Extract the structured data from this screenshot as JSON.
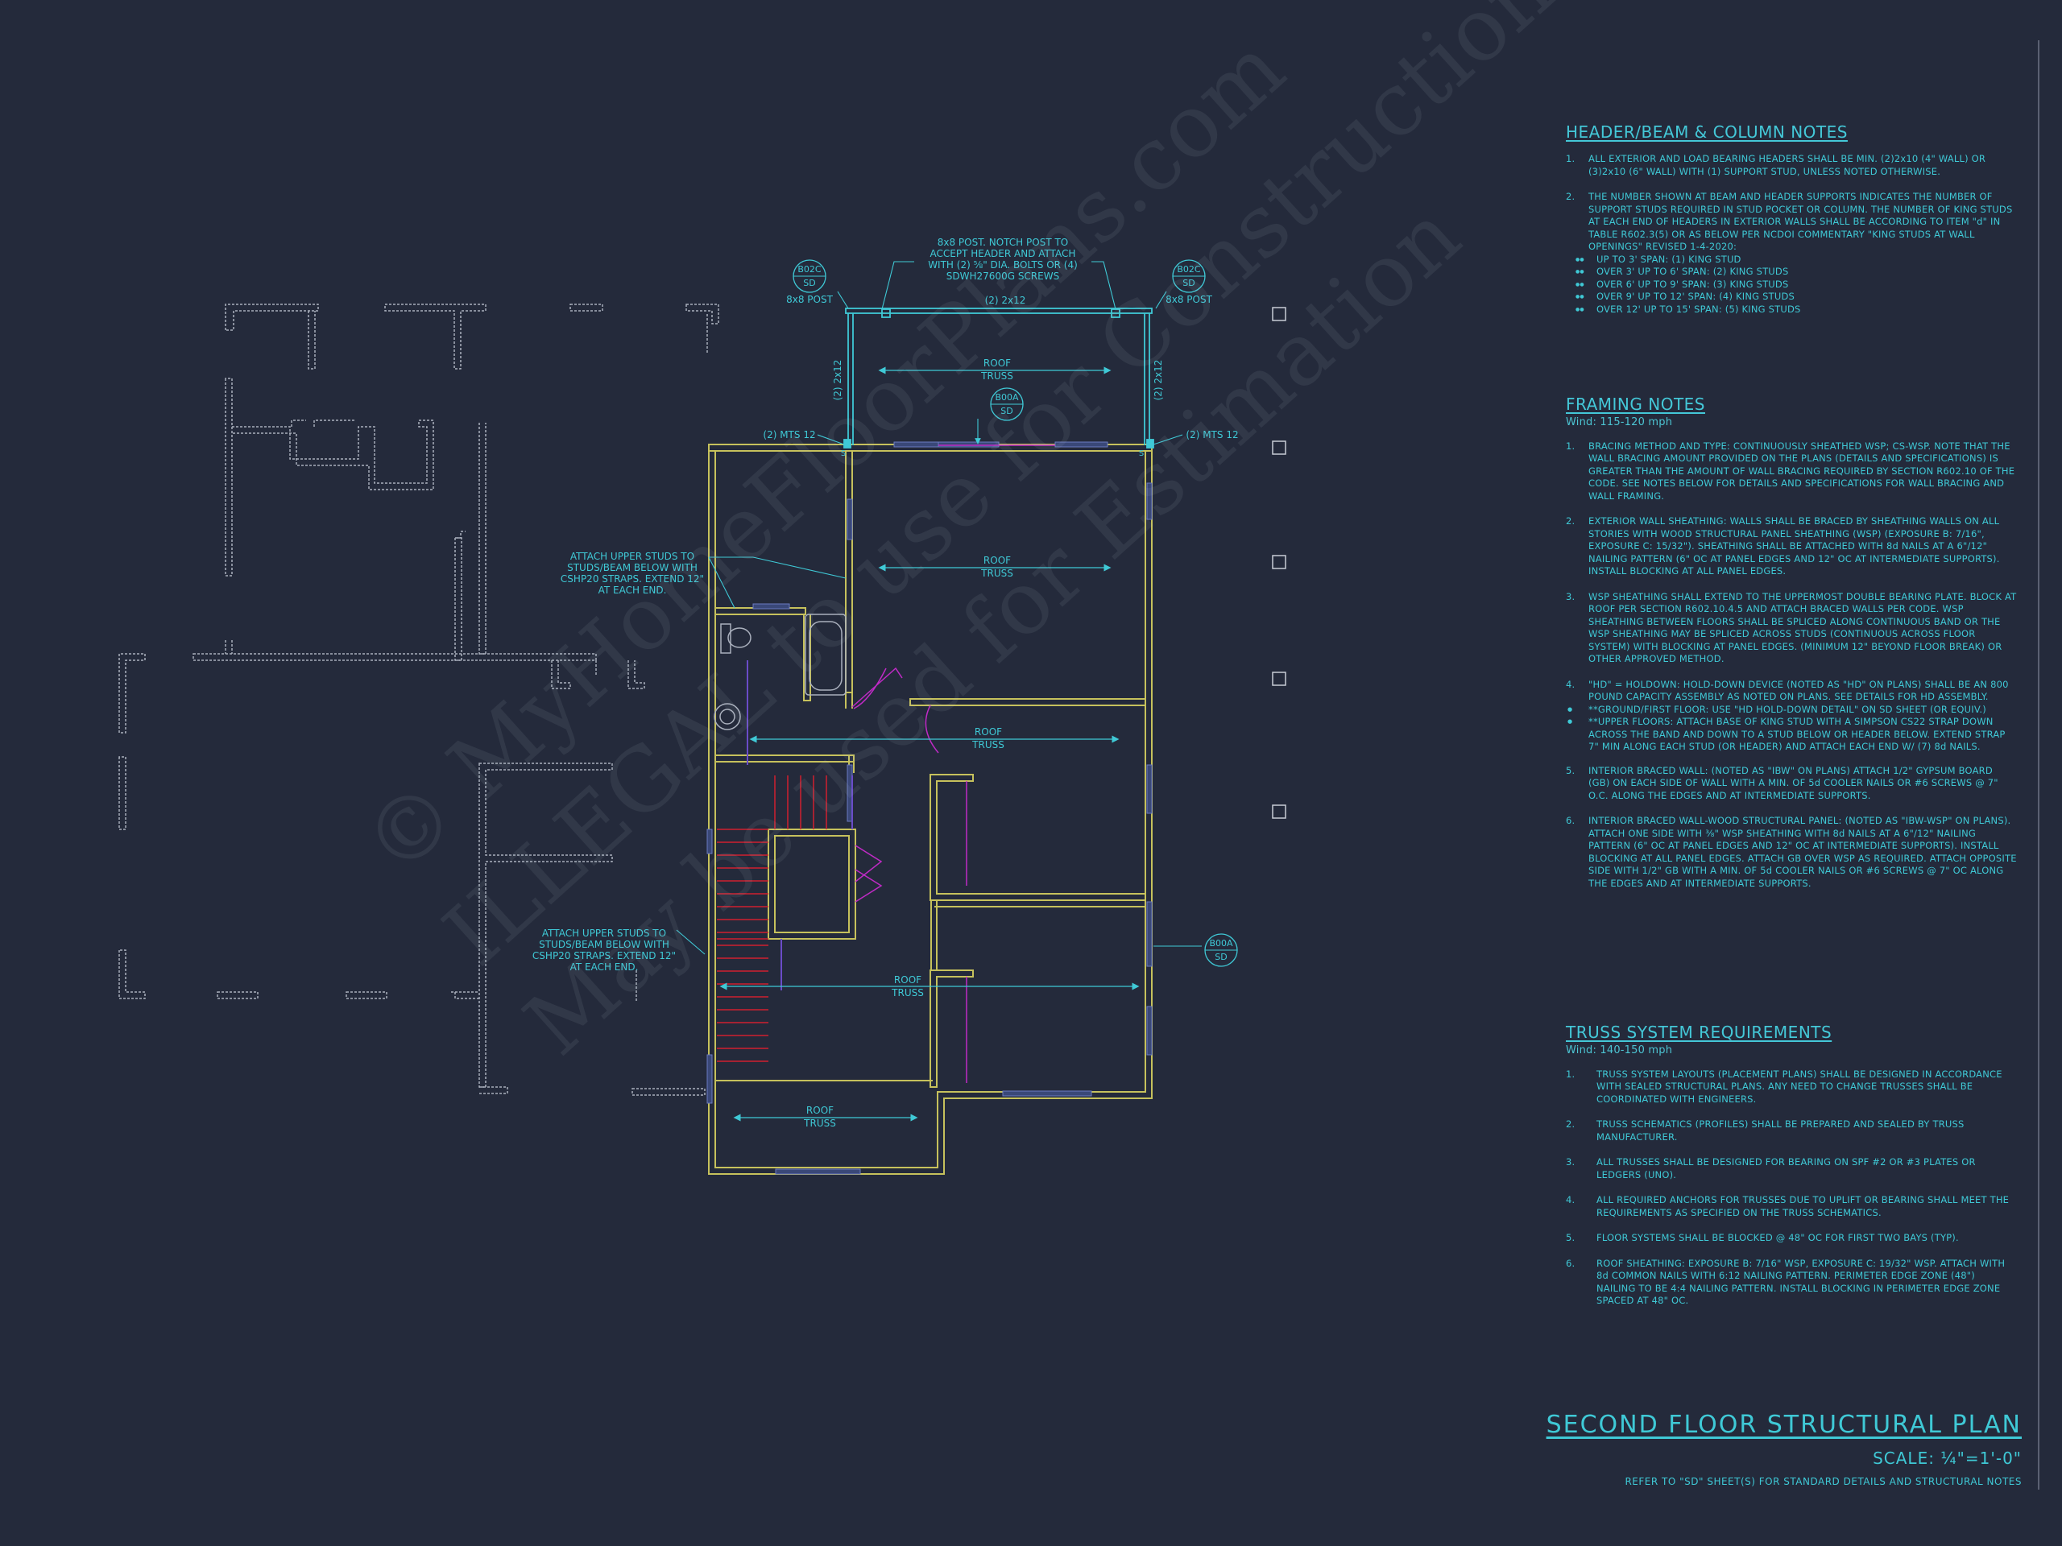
{
  "sheet": {
    "title": "SECOND FLOOR STRUCTURAL PLAN",
    "scale": "SCALE: ¼\"=1'-0\"",
    "refer": "REFER TO \"SD\" SHEET(S) FOR STANDARD DETAILS AND STRUCTURAL NOTES"
  },
  "watermark": {
    "line1": "© MyHomeFloorPlans.com",
    "line2": "ILLEGAL to use for Construction",
    "line3": "May be used for Estimation"
  },
  "plan_labels": {
    "post_callout": "8x8 POST. NOTCH POST TO ACCEPT HEADER AND ATTACH WITH (2) ⅝\" DIA. BOLTS OR (4) SDWH27600G SCREWS",
    "post_left": "8x8 POST",
    "post_right": "8x8 POST",
    "header_top": "(2) 2x12",
    "header_left": "(2) 2x12",
    "header_right": "(2) 2x12",
    "mts_left": "(2) MTS 12",
    "mts_right": "(2) MTS 12",
    "attach_1": "ATTACH UPPER STUDS TO STUDS/BEAM BELOW WITH CSHP20 STRAPS. EXTEND 12\" AT EACH END.",
    "attach_2": "ATTACH UPPER STUDS TO STUDS/BEAM BELOW WITH CSHP20 STRAPS. EXTEND 12\" AT EACH END.",
    "roof": "ROOF",
    "truss": "TRUSS",
    "sd": "SD",
    "b02c": "B02C",
    "b00a": "B00A",
    "s": "S"
  },
  "header_notes": {
    "title": "HEADER/BEAM & COLUMN NOTES",
    "items": [
      {
        "n": "1.",
        "text": "ALL EXTERIOR AND LOAD BEARING HEADERS SHALL BE MIN. (2)2x10 (4\" WALL) OR (3)2x10 (6\" WALL) WITH (1) SUPPORT STUD, UNLESS NOTED OTHERWISE."
      },
      {
        "n": "2.",
        "text": "THE NUMBER SHOWN AT BEAM AND HEADER SUPPORTS INDICATES THE NUMBER OF SUPPORT STUDS REQUIRED IN STUD POCKET OR COLUMN. THE NUMBER OF KING STUDS AT EACH END OF HEADERS IN EXTERIOR WALLS SHALL BE ACCORDING TO ITEM \"d\" IN TABLE R602.3(5) OR AS BELOW PER NCDOI COMMENTARY \"KING STUDS AT WALL OPENINGS\" REVISED 1-4-2020:"
      }
    ],
    "spans": [
      "UP TO 3' SPAN: (1) KING STUD",
      "OVER 3' UP TO 6' SPAN: (2) KING STUDS",
      "OVER 6' UP TO 9' SPAN: (3) KING STUDS",
      "OVER 9' UP TO 12' SPAN: (4) KING STUDS",
      "OVER 12' UP TO 15' SPAN: (5) KING STUDS"
    ]
  },
  "framing_notes": {
    "title": "FRAMING NOTES",
    "wind": "Wind: 115-120 mph",
    "items": [
      {
        "n": "1.",
        "text": "BRACING METHOD AND TYPE: CONTINUOUSLY SHEATHED WSP; CS-WSP. NOTE THAT THE WALL BRACING AMOUNT PROVIDED ON THE PLANS (DETAILS AND SPECIFICATIONS) IS GREATER THAN THE AMOUNT OF WALL BRACING REQUIRED BY SECTION R602.10 OF THE CODE. SEE NOTES BELOW FOR DETAILS AND SPECIFICATIONS FOR WALL BRACING AND WALL FRAMING."
      },
      {
        "n": "2.",
        "text": "EXTERIOR WALL SHEATHING: WALLS SHALL BE BRACED BY SHEATHING WALLS ON ALL STORIES WITH WOOD STRUCTURAL PANEL SHEATHING (WSP) (EXPOSURE B: 7/16\", EXPOSURE C: 15/32\"). SHEATHING SHALL BE ATTACHED WITH 8d NAILS AT A 6\"/12\" NAILING PATTERN (6\" OC AT PANEL EDGES AND 12\" OC AT INTERMEDIATE SUPPORTS). INSTALL BLOCKING AT ALL PANEL EDGES."
      },
      {
        "n": "3.",
        "text": "WSP SHEATHING SHALL EXTEND TO THE UPPERMOST DOUBLE BEARING PLATE. BLOCK AT ROOF PER SECTION R602.10.4.5 AND ATTACH BRACED WALLS PER CODE. WSP SHEATHING BETWEEN FLOORS SHALL BE SPLICED ALONG CONTINUOUS BAND OR THE WSP SHEATHING MAY BE SPLICED ACROSS STUDS (CONTINUOUS ACROSS FLOOR SYSTEM) WITH BLOCKING AT PANEL EDGES. (MINIMUM 12\" BEYOND FLOOR BREAK) OR OTHER APPROVED METHOD."
      },
      {
        "n": "4.",
        "text": "\"HD\" = HOLDOWN: HOLD-DOWN DEVICE (NOTED AS \"HD\" ON PLANS) SHALL BE AN 800 POUND CAPACITY ASSEMBLY AS NOTED ON PLANS. SEE DETAILS FOR HD ASSEMBLY."
      }
    ],
    "bullets": [
      "**GROUND/FIRST FLOOR: USE \"HD HOLD-DOWN DETAIL\" ON SD SHEET (OR EQUIV.)",
      "**UPPER FLOORS: ATTACH BASE OF KING STUD WITH A SIMPSON CS22 STRAP DOWN ACROSS THE BAND AND DOWN TO A STUD BELOW OR HEADER BELOW. EXTEND STRAP 7\" MIN ALONG EACH STUD (OR HEADER) AND ATTACH EACH END W/ (7) 8d NAILS."
    ],
    "items2": [
      {
        "n": "5.",
        "text": "INTERIOR BRACED WALL: (NOTED AS \"IBW\" ON PLANS) ATTACH 1/2\" GYPSUM BOARD (GB) ON EACH SIDE OF WALL WITH A MIN. OF 5d COOLER NAILS OR #6 SCREWS @ 7\" O.C. ALONG THE EDGES AND AT INTERMEDIATE SUPPORTS."
      },
      {
        "n": "6.",
        "text": "INTERIOR BRACED WALL-WOOD STRUCTURAL PANEL: (NOTED AS \"IBW-WSP\" ON PLANS). ATTACH ONE SIDE WITH ⅜\" WSP SHEATHING WITH 8d NAILS AT A 6\"/12\" NAILING PATTERN (6\" OC AT PANEL EDGES AND 12\" OC AT INTERMEDIATE SUPPORTS). INSTALL BLOCKING AT ALL PANEL EDGES. ATTACH GB OVER WSP AS REQUIRED. ATTACH OPPOSITE SIDE WITH 1/2\" GB WITH A MIN. OF 5d COOLER NAILS OR #6 SCREWS @ 7\" OC ALONG THE EDGES AND AT INTERMEDIATE SUPPORTS."
      }
    ]
  },
  "truss_notes": {
    "title": "TRUSS SYSTEM REQUIREMENTS",
    "wind": "Wind: 140-150 mph",
    "items": [
      {
        "n": "1.",
        "text": "TRUSS SYSTEM LAYOUTS (PLACEMENT PLANS) SHALL BE DESIGNED IN ACCORDANCE WITH SEALED STRUCTURAL PLANS. ANY NEED TO CHANGE TRUSSES SHALL BE COORDINATED WITH ENGINEERS."
      },
      {
        "n": "2.",
        "text": "TRUSS SCHEMATICS (PROFILES) SHALL BE PREPARED AND SEALED BY TRUSS MANUFACTURER."
      },
      {
        "n": "3.",
        "text": "ALL TRUSSES SHALL BE DESIGNED FOR BEARING ON SPF #2 OR #3 PLATES OR LEDGERS (UNO)."
      },
      {
        "n": "4.",
        "text": "ALL REQUIRED ANCHORS FOR TRUSSES DUE TO UPLIFT OR BEARING SHALL MEET THE REQUIREMENTS AS SPECIFIED ON THE TRUSS SCHEMATICS."
      },
      {
        "n": "5.",
        "text": "FLOOR SYSTEMS SHALL BE BLOCKED @ 48\" OC FOR FIRST TWO BAYS (TYP)."
      },
      {
        "n": "6.",
        "text": "ROOF SHEATHING: EXPOSURE B: 7/16\" WSP, EXPOSURE C: 19/32\" WSP. ATTACH WITH 8d COMMON NAILS WITH 6:12 NAILING PATTERN. PERIMETER EDGE ZONE (48\") NAILING TO BE 4:4 NAILING PATTERN. INSTALL BLOCKING IN PERIMETER EDGE ZONE SPACED AT 48\" OC."
      }
    ]
  }
}
